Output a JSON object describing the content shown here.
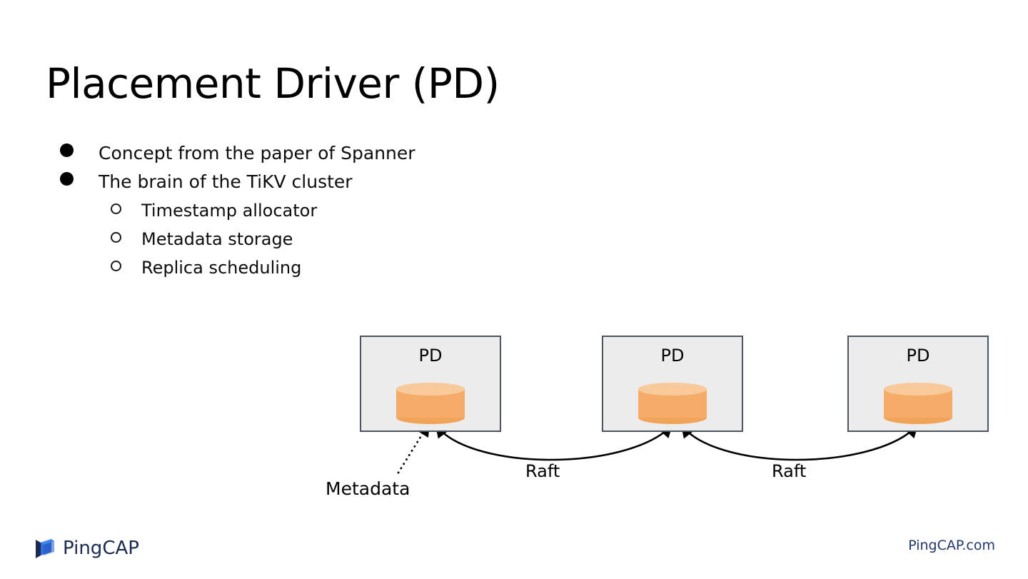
{
  "slide": {
    "title": "Placement Driver (PD)",
    "background_color": "#ffffff"
  },
  "bullets": [
    {
      "level": 1,
      "marker": "filled-disc",
      "text": "Concept from the paper of Spanner"
    },
    {
      "level": 1,
      "marker": "filled-disc",
      "text": "The brain of the TiKV cluster"
    },
    {
      "level": 2,
      "marker": "hollow-circle",
      "text": "Timestamp allocator"
    },
    {
      "level": 2,
      "marker": "hollow-circle",
      "text": "Metadata storage"
    },
    {
      "level": 2,
      "marker": "hollow-circle",
      "text": "Replica scheduling"
    }
  ],
  "diagram": {
    "node_label": "PD",
    "nodes": [
      {
        "id": "pd-1",
        "label": "PD",
        "icon": "database-cylinder-icon"
      },
      {
        "id": "pd-2",
        "label": "PD",
        "icon": "database-cylinder-icon"
      },
      {
        "id": "pd-3",
        "label": "PD",
        "icon": "database-cylinder-icon"
      }
    ],
    "edges": [
      {
        "id": "raft-1",
        "label": "Raft",
        "style": "solid-curved-double-arrow",
        "from": "pd-1",
        "to": "pd-2"
      },
      {
        "id": "raft-2",
        "label": "Raft",
        "style": "solid-curved-double-arrow",
        "from": "pd-2",
        "to": "pd-3"
      },
      {
        "id": "metadata-1",
        "label": "Metadata",
        "style": "dotted-arrow",
        "to": "pd-1"
      }
    ],
    "colors": {
      "node_fill": "#ececec",
      "node_border": "#4a5560",
      "cylinder_body": "#f4ac68",
      "cylinder_top": "#f8ca9b",
      "edge_stroke": "#000000"
    }
  },
  "footer": {
    "brand": "PingCAP",
    "url": "PingCAP.com",
    "logo_colors": {
      "dark": "#1b2a4e",
      "light": "#2f6fe4",
      "mid": "#2556b8"
    },
    "url_color": "#23386b"
  }
}
